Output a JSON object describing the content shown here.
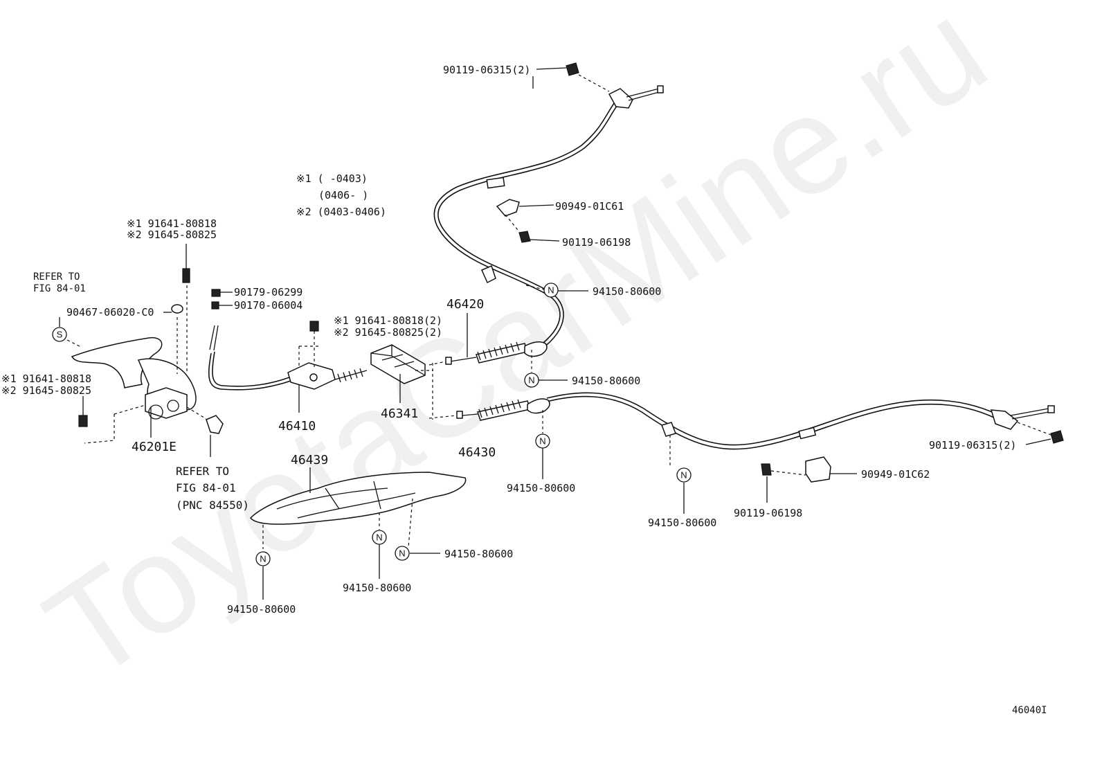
{
  "watermark": "ToyotaCarMine.ru",
  "figure_code": "46040I",
  "legend": {
    "line1": "※1 (     -0403)",
    "line2": "(0406-     )",
    "line3": "※2 (0403-0406)"
  },
  "refer_top": {
    "line1": "REFER TO",
    "line2": "FIG 84-01"
  },
  "refer_bottom": {
    "line1": "REFER TO",
    "line2": "FIG 84-01",
    "line3": "(PNC 84550)"
  },
  "symbols": {
    "nut": "N",
    "special": "S"
  },
  "labels": {
    "p90119_06315_top": "90119-06315(2)",
    "p90949_01c61": "90949-01C61",
    "p90119_06198_top": "90119-06198",
    "p94150_80600_a": "94150-80600",
    "p46420": "46420",
    "p94150_80600_b": "94150-80600",
    "p90179_06299": "90179-06299",
    "p90170_06004": "90170-06004",
    "p90467_06020": "90467-06020-C0",
    "lever_bolt_1": "※1 91641-80818",
    "lever_bolt_2": "※2 91645-80825",
    "mid_bolt_1": "※1 91641-80818(2)",
    "mid_bolt_2": "※2 91645-80825(2)",
    "left_bolt_1": "※1 91641-80818",
    "left_bolt_2": "※2 91645-80825",
    "p46201e": "46201E",
    "p46410": "46410",
    "p46341": "46341",
    "p46430": "46430",
    "p46439": "46439",
    "p94150_80600_c": "94150-80600",
    "p94150_80600_d": "94150-80600",
    "p94150_80600_e": "94150-80600",
    "p94150_80600_f": "94150-80600",
    "p94150_80600_g": "94150-80600",
    "p90119_06198_bottom": "90119-06198",
    "p90949_01c62": "90949-01C62",
    "p90119_06315_right": "90119-06315(2)"
  }
}
